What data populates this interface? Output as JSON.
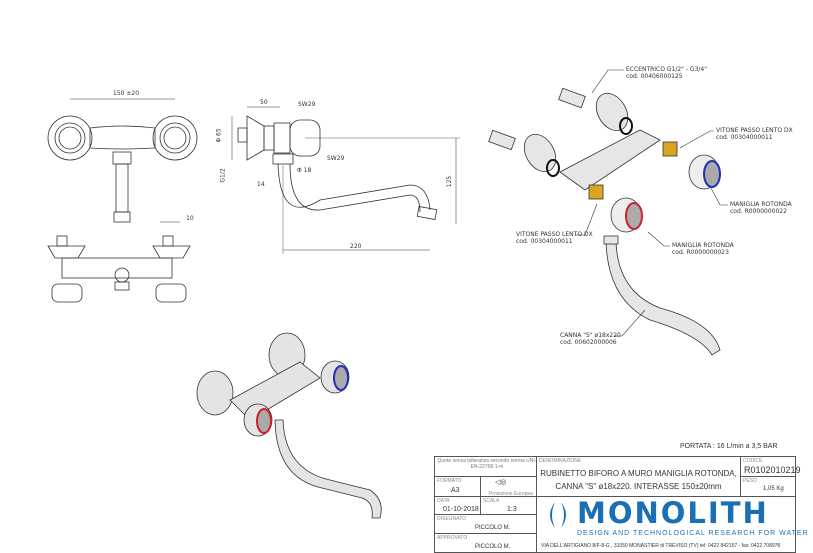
{
  "dimensions": {
    "interasse": "150 ±20",
    "d50": "50",
    "sw29_top": "SW29",
    "sw29_bottom": "SW29",
    "d65": "Φ 65",
    "g12": "G1/2",
    "d14": "14",
    "d18": "Φ 18",
    "d125": "125",
    "d220": "220",
    "d10": "10"
  },
  "parts": [
    {
      "name": "ECCENTRICO G1/2\" - G3/4\"",
      "code": "cod. 00406000125"
    },
    {
      "name": "VITONE PASSO LENTO DX",
      "code": "cod. 00304000011"
    },
    {
      "name": "MANIGLIA ROTONDA",
      "code": "cod. R0000000022"
    },
    {
      "name": "VITONE PASSO LENTO DX",
      "code": "cod. 00304000011"
    },
    {
      "name": "MANIGLIA ROTONDA",
      "code": "cod. R0000000023"
    },
    {
      "name": "CANNA \"S\" ø18x220",
      "code": "cod. 00602000006"
    }
  ],
  "portata": "PORTATA : 16 L/min a 3,5 BAR",
  "title_block": {
    "tolerance": "Quote senza tolleranza secondo norma UNI-EN-22768-1-m",
    "formato_label": "FORMATO",
    "formato": "A3",
    "projection": "Proiezione Europea",
    "data_label": "DATA",
    "data": "01-10-2018",
    "scala_label": "SCALA",
    "scala": "1:3",
    "disegnato_label": "DISEGNATO",
    "disegnato": "PICCOLO M.",
    "approvato_label": "APPROVATO",
    "approvato": "PICCOLO M.",
    "denominazione_label": "DENOMINAZIONE",
    "denominazione_1": "RUBINETTO BIFORO A MURO MANIGLIA ROTONDA,",
    "denominazione_2": "CANNA \"S\" ø18x220. INTERASSE 150±20mm",
    "codice_label": "CODICE",
    "codice": "R0102010219",
    "peso_label": "PESO",
    "peso": "1,05 Kg",
    "brand": "MONOLITH",
    "tagline": "DESIGN AND TECHNOLOGICAL RESEARCH FOR WATER",
    "address": "VIA DELL'ARTIGIANO 8/F-8-G , 31050 MONASTIER di TREVISO (TV) tel: 0422 842157 - fax: 0422 708978"
  },
  "colors": {
    "brand": "#1a6fb5",
    "hot": "#d0202a",
    "cold": "#2030b0",
    "brass": "#d9a520"
  }
}
